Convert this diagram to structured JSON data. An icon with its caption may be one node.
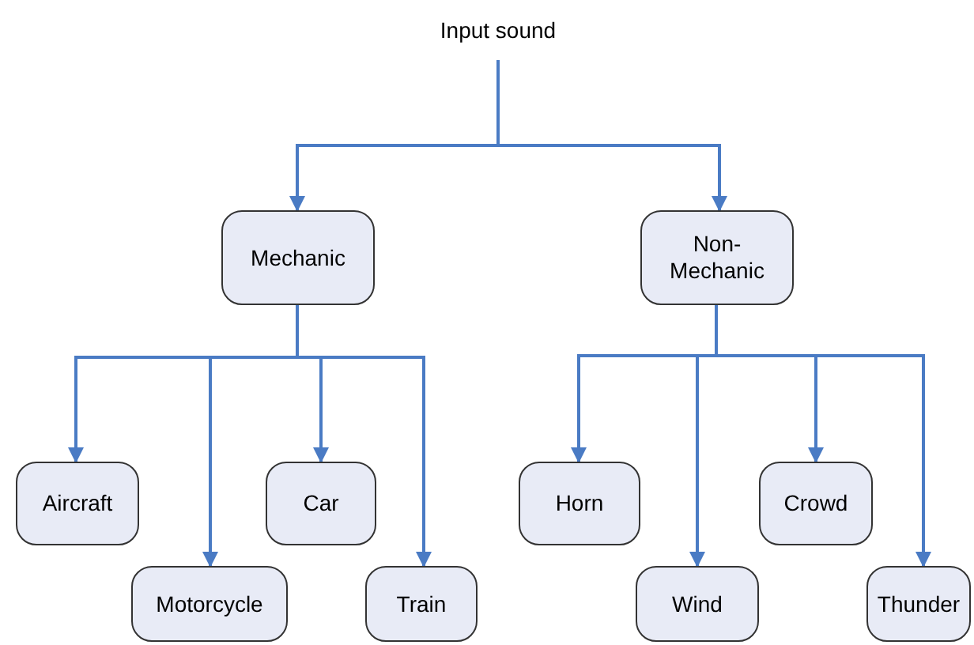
{
  "diagram": {
    "nodes": [
      {
        "text": [
          "Input sound"
        ]
      },
      {
        "text": [
          "Mechanic"
        ]
      },
      {
        "text": [
          "Non-Mechanic"
        ]
      },
      {
        "text": [
          "Aircraft"
        ]
      },
      {
        "text": [
          "Motorcycle"
        ]
      },
      {
        "text": [
          "Car"
        ]
      },
      {
        "text": [
          "Train"
        ]
      },
      {
        "text": [
          "Horn"
        ]
      },
      {
        "text": [
          "Wind"
        ]
      },
      {
        "text": [
          "Crowd"
        ]
      },
      {
        "text": [
          "Thunder"
        ]
      }
    ],
    "edges": [
      {
        "from": 0,
        "to": 1,
        "arrow": "to"
      },
      {
        "from": 0,
        "to": 2,
        "arrow": "to"
      },
      {
        "from": 1,
        "to": 3,
        "arrow": "to"
      },
      {
        "from": 1,
        "to": 4,
        "arrow": "to"
      },
      {
        "from": 1,
        "to": 5,
        "arrow": "to"
      },
      {
        "from": 1,
        "to": 6,
        "arrow": "to"
      },
      {
        "from": 2,
        "to": 7,
        "arrow": "to"
      },
      {
        "from": 2,
        "to": 8,
        "arrow": "to"
      },
      {
        "from": 2,
        "to": 9,
        "arrow": "to"
      },
      {
        "from": 2,
        "to": 10,
        "arrow": "to"
      }
    ]
  }
}
